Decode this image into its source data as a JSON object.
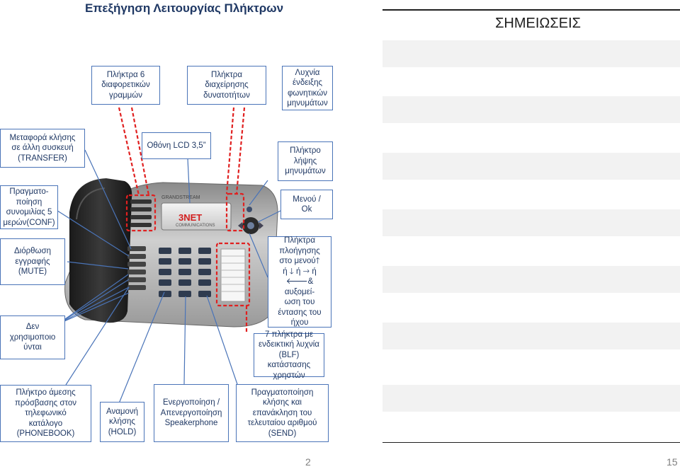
{
  "page": {
    "title": "Επεξήγηση Λειτουργίας Πλήκτρων",
    "page_number_left": "2",
    "page_number_right": "15"
  },
  "notes": {
    "title": "ΣΗΜΕΙΩΣΕΙΣ"
  },
  "phone": {
    "brand": "GRANDSTREAM",
    "screen_logo": "3NET",
    "screen_logo_sub": "COMMUNICATIONS"
  },
  "callouts": {
    "lines_keys": "Πλήκτρα 6\nδιαφορετικών\nγραμμών",
    "feature_keys": "Πλήκτρα\nδιαχείρησης\nδυνατοτήτων",
    "voicemail_led": "Λυχνία\nένδειξης\nφωνητικών\nμηνυμάτων",
    "transfer": "Μεταφορά κλήσης\nσε άλλη συσκευή\n(TRANSFER)",
    "lcd": "Οθόνη LCD 3,5”",
    "message_key": "Πλήκτρο\nλήψης\nμηνυμάτων",
    "conference": "Πραγματο-\nποίηση\nσυνομιλίας 5\nμερών(CONF)",
    "menu_ok": "Μενού /\nOk",
    "mute": "Διόρθωση\nεγγραφής\n(MUTE)",
    "navigation": "Πλήκτρα\nπλοήγησης\nστο μενού🡑\nή 🡓 ή 🡒 ή\n🡐& αυξομεί-\nωση του\nέντασης του\nήχου",
    "unused": "Δεν\nχρησιμοποιο\nύνται",
    "blf": "7 πλήκτρα με\nενδεικτική λυχνία\n(BLF) κατάστασης\nχρηστών",
    "phonebook": "Πλήκτρο άμεσης\nπρόσβασης στον\nτηλεφωνικό\nκατάλογο\n(PHONEBOOK)",
    "hold": "Αναμονή\nκλήσης\n(HOLD)",
    "speaker": "Ενεργοποίηση /\nΑπενεργοποίηση\nSpeakerphone",
    "send": "Πραγματοποίηση\nκλήσης και\nεπανάκληση του\nτελευταίου αριθμού\n(SEND)"
  },
  "colors": {
    "box_border": "#4a74b8",
    "text": "#1f3864",
    "red_dash": "#e02020",
    "notes_band": "#f2f2f2"
  }
}
